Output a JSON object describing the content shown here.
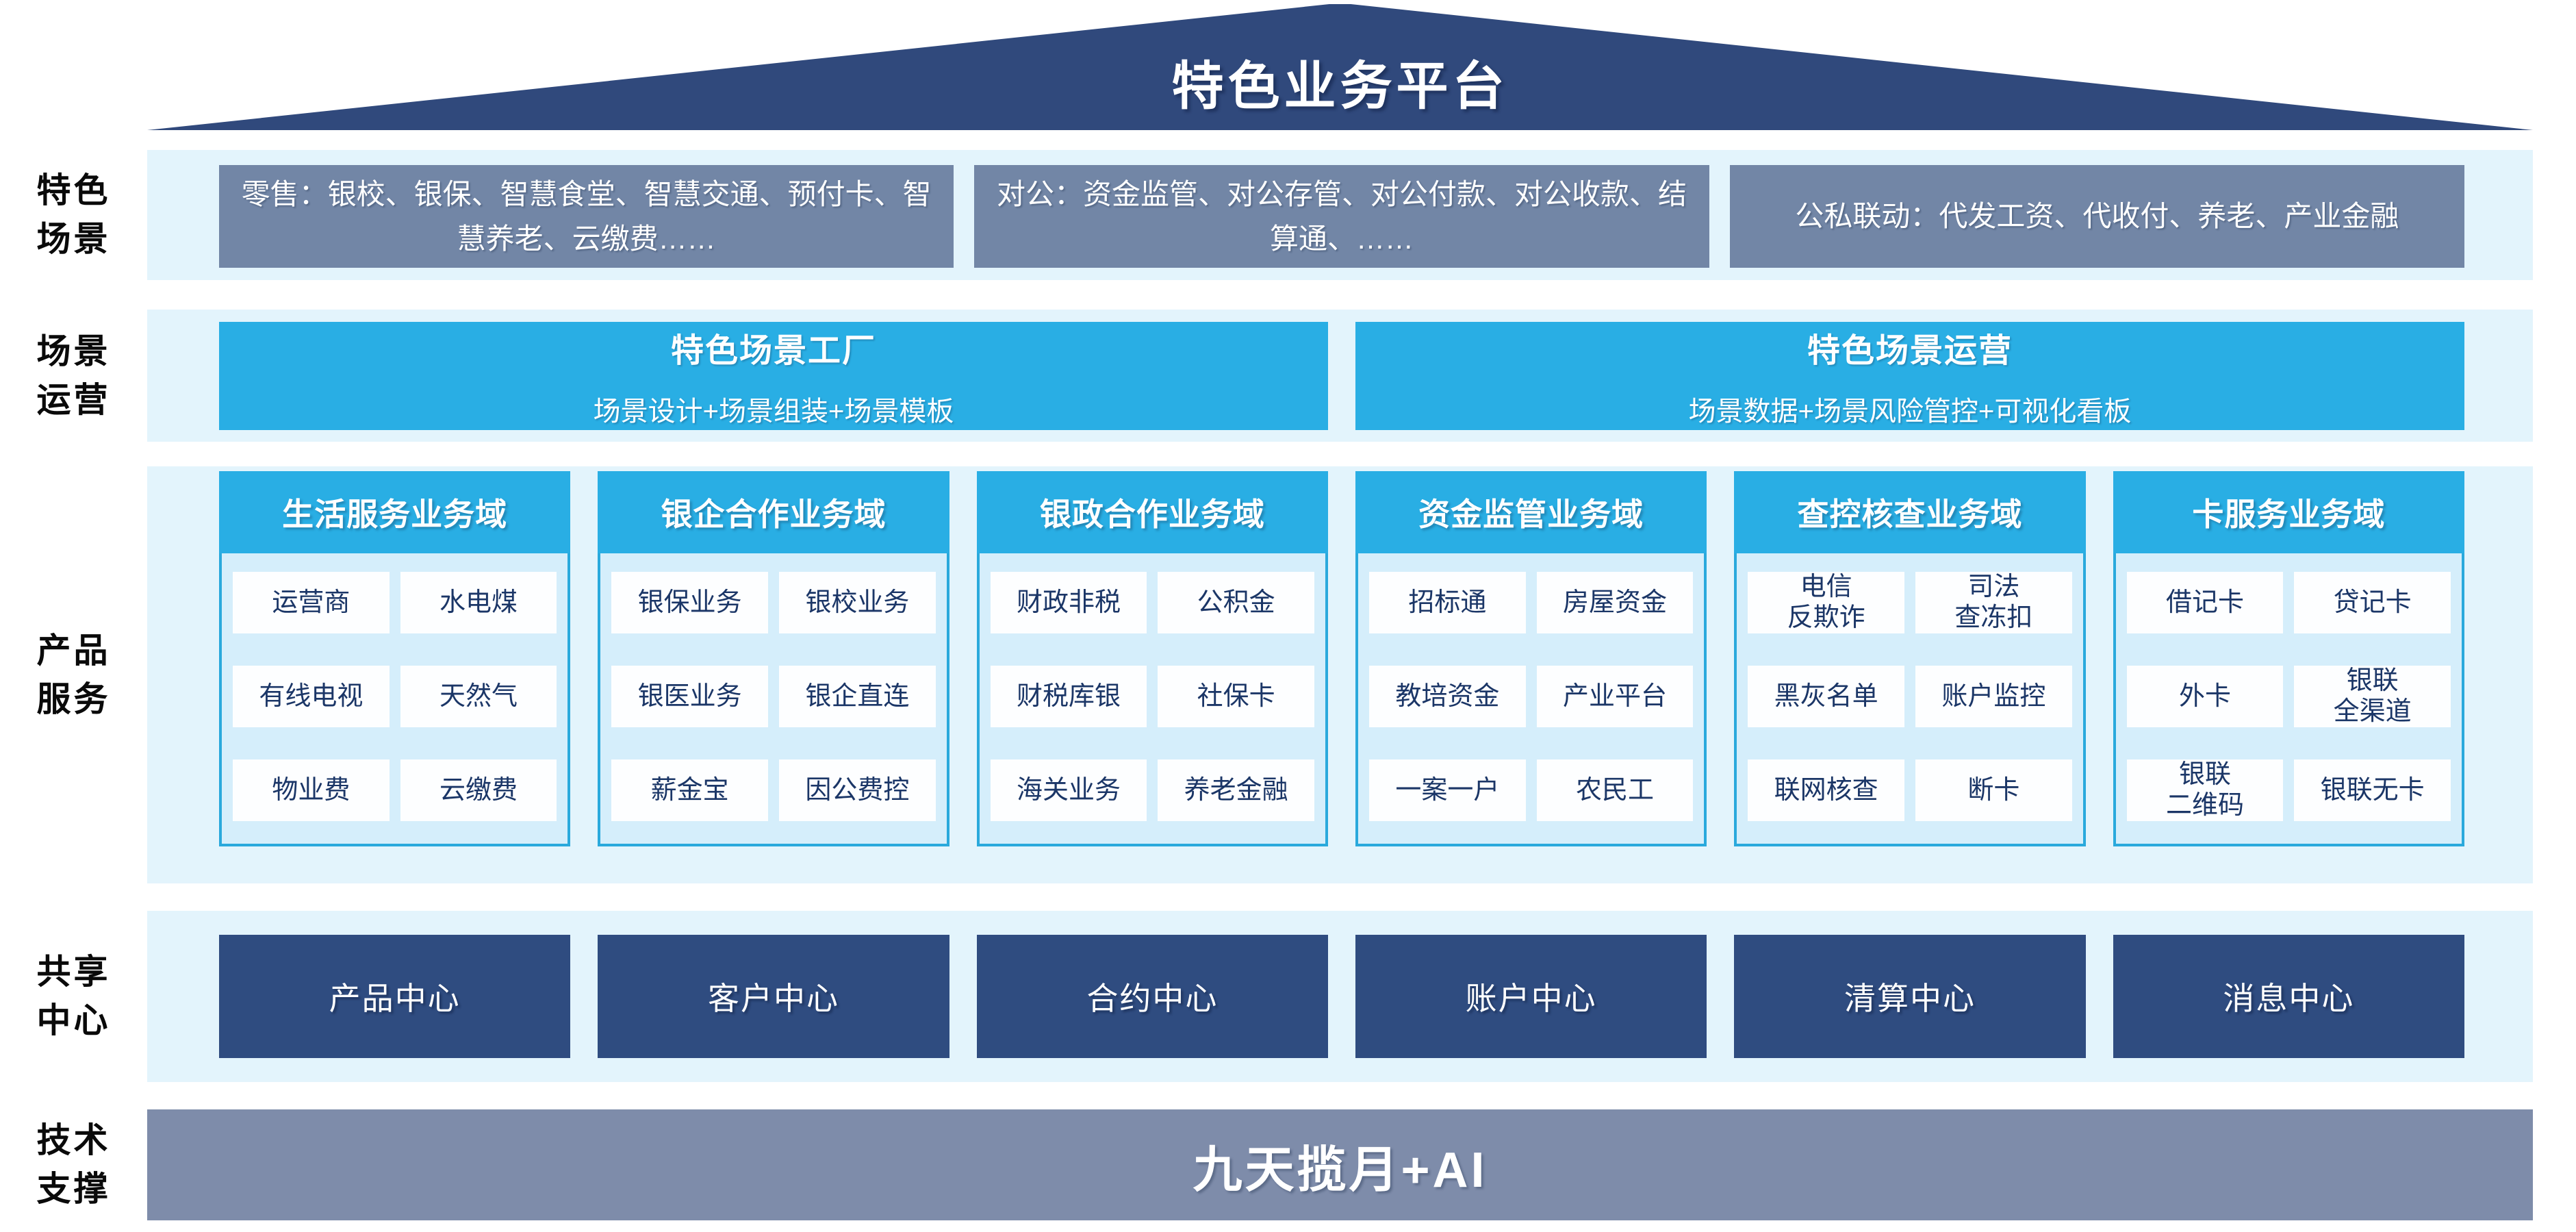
{
  "colors": {
    "roof_navy": "#30497C",
    "scene_box_gray_blue": "#7286A6",
    "band_light_blue": "#E3F4FC",
    "cyan_accent": "#29AEE4",
    "panel_body_blue": "#D5EEFB",
    "panel_border_cyan": "#2AA9DC",
    "cell_text_navy": "#1B3667",
    "center_box_navy": "#2F4C80",
    "tech_box_gray_blue": "#7E8CAA"
  },
  "roof": {
    "title": "特色业务平台"
  },
  "rows": {
    "scenes": {
      "label": "特色\n场景",
      "boxes": [
        "零售：银校、银保、智慧食堂、智慧交通、预付卡、智慧养老、云缴费……",
        "对公：资金监管、对公存管、对公付款、对公收款、结算通、……",
        "公私联动：代发工资、代收付、养老、产业金融"
      ]
    },
    "operation": {
      "label": "场景\n运营",
      "boxes": [
        {
          "title": "特色场景工厂",
          "subtitle": "场景设计+场景组装+场景模板"
        },
        {
          "title": "特色场景运营",
          "subtitle": "场景数据+场景风险管控+可视化看板"
        }
      ]
    },
    "products": {
      "label": "产品\n服务",
      "columns": [
        {
          "header": "生活服务业务域",
          "items": [
            "运营商",
            "水电煤",
            "有线电视",
            "天然气",
            "物业费",
            "云缴费"
          ]
        },
        {
          "header": "银企合作业务域",
          "items": [
            "银保业务",
            "银校业务",
            "银医业务",
            "银企直连",
            "薪金宝",
            "因公费控"
          ]
        },
        {
          "header": "银政合作业务域",
          "items": [
            "财政非税",
            "公积金",
            "财税库银",
            "社保卡",
            "海关业务",
            "养老金融"
          ]
        },
        {
          "header": "资金监管业务域",
          "items": [
            "招标通",
            "房屋资金",
            "教培资金",
            "产业平台",
            "一案一户",
            "农民工"
          ]
        },
        {
          "header": "查控核查业务域",
          "items": [
            "电信\n反欺诈",
            "司法\n查冻扣",
            "黑灰名单",
            "账户监控",
            "联网核查",
            "断卡"
          ]
        },
        {
          "header": "卡服务业务域",
          "items": [
            "借记卡",
            "贷记卡",
            "外卡",
            "银联\n全渠道",
            "银联\n二维码",
            "银联无卡"
          ]
        }
      ]
    },
    "centers": {
      "label": "共享\n中心",
      "boxes": [
        "产品中心",
        "客户中心",
        "合约中心",
        "账户中心",
        "清算中心",
        "消息中心"
      ]
    },
    "tech": {
      "label": "技术\n支撑",
      "box": "九天揽月+AI"
    }
  }
}
